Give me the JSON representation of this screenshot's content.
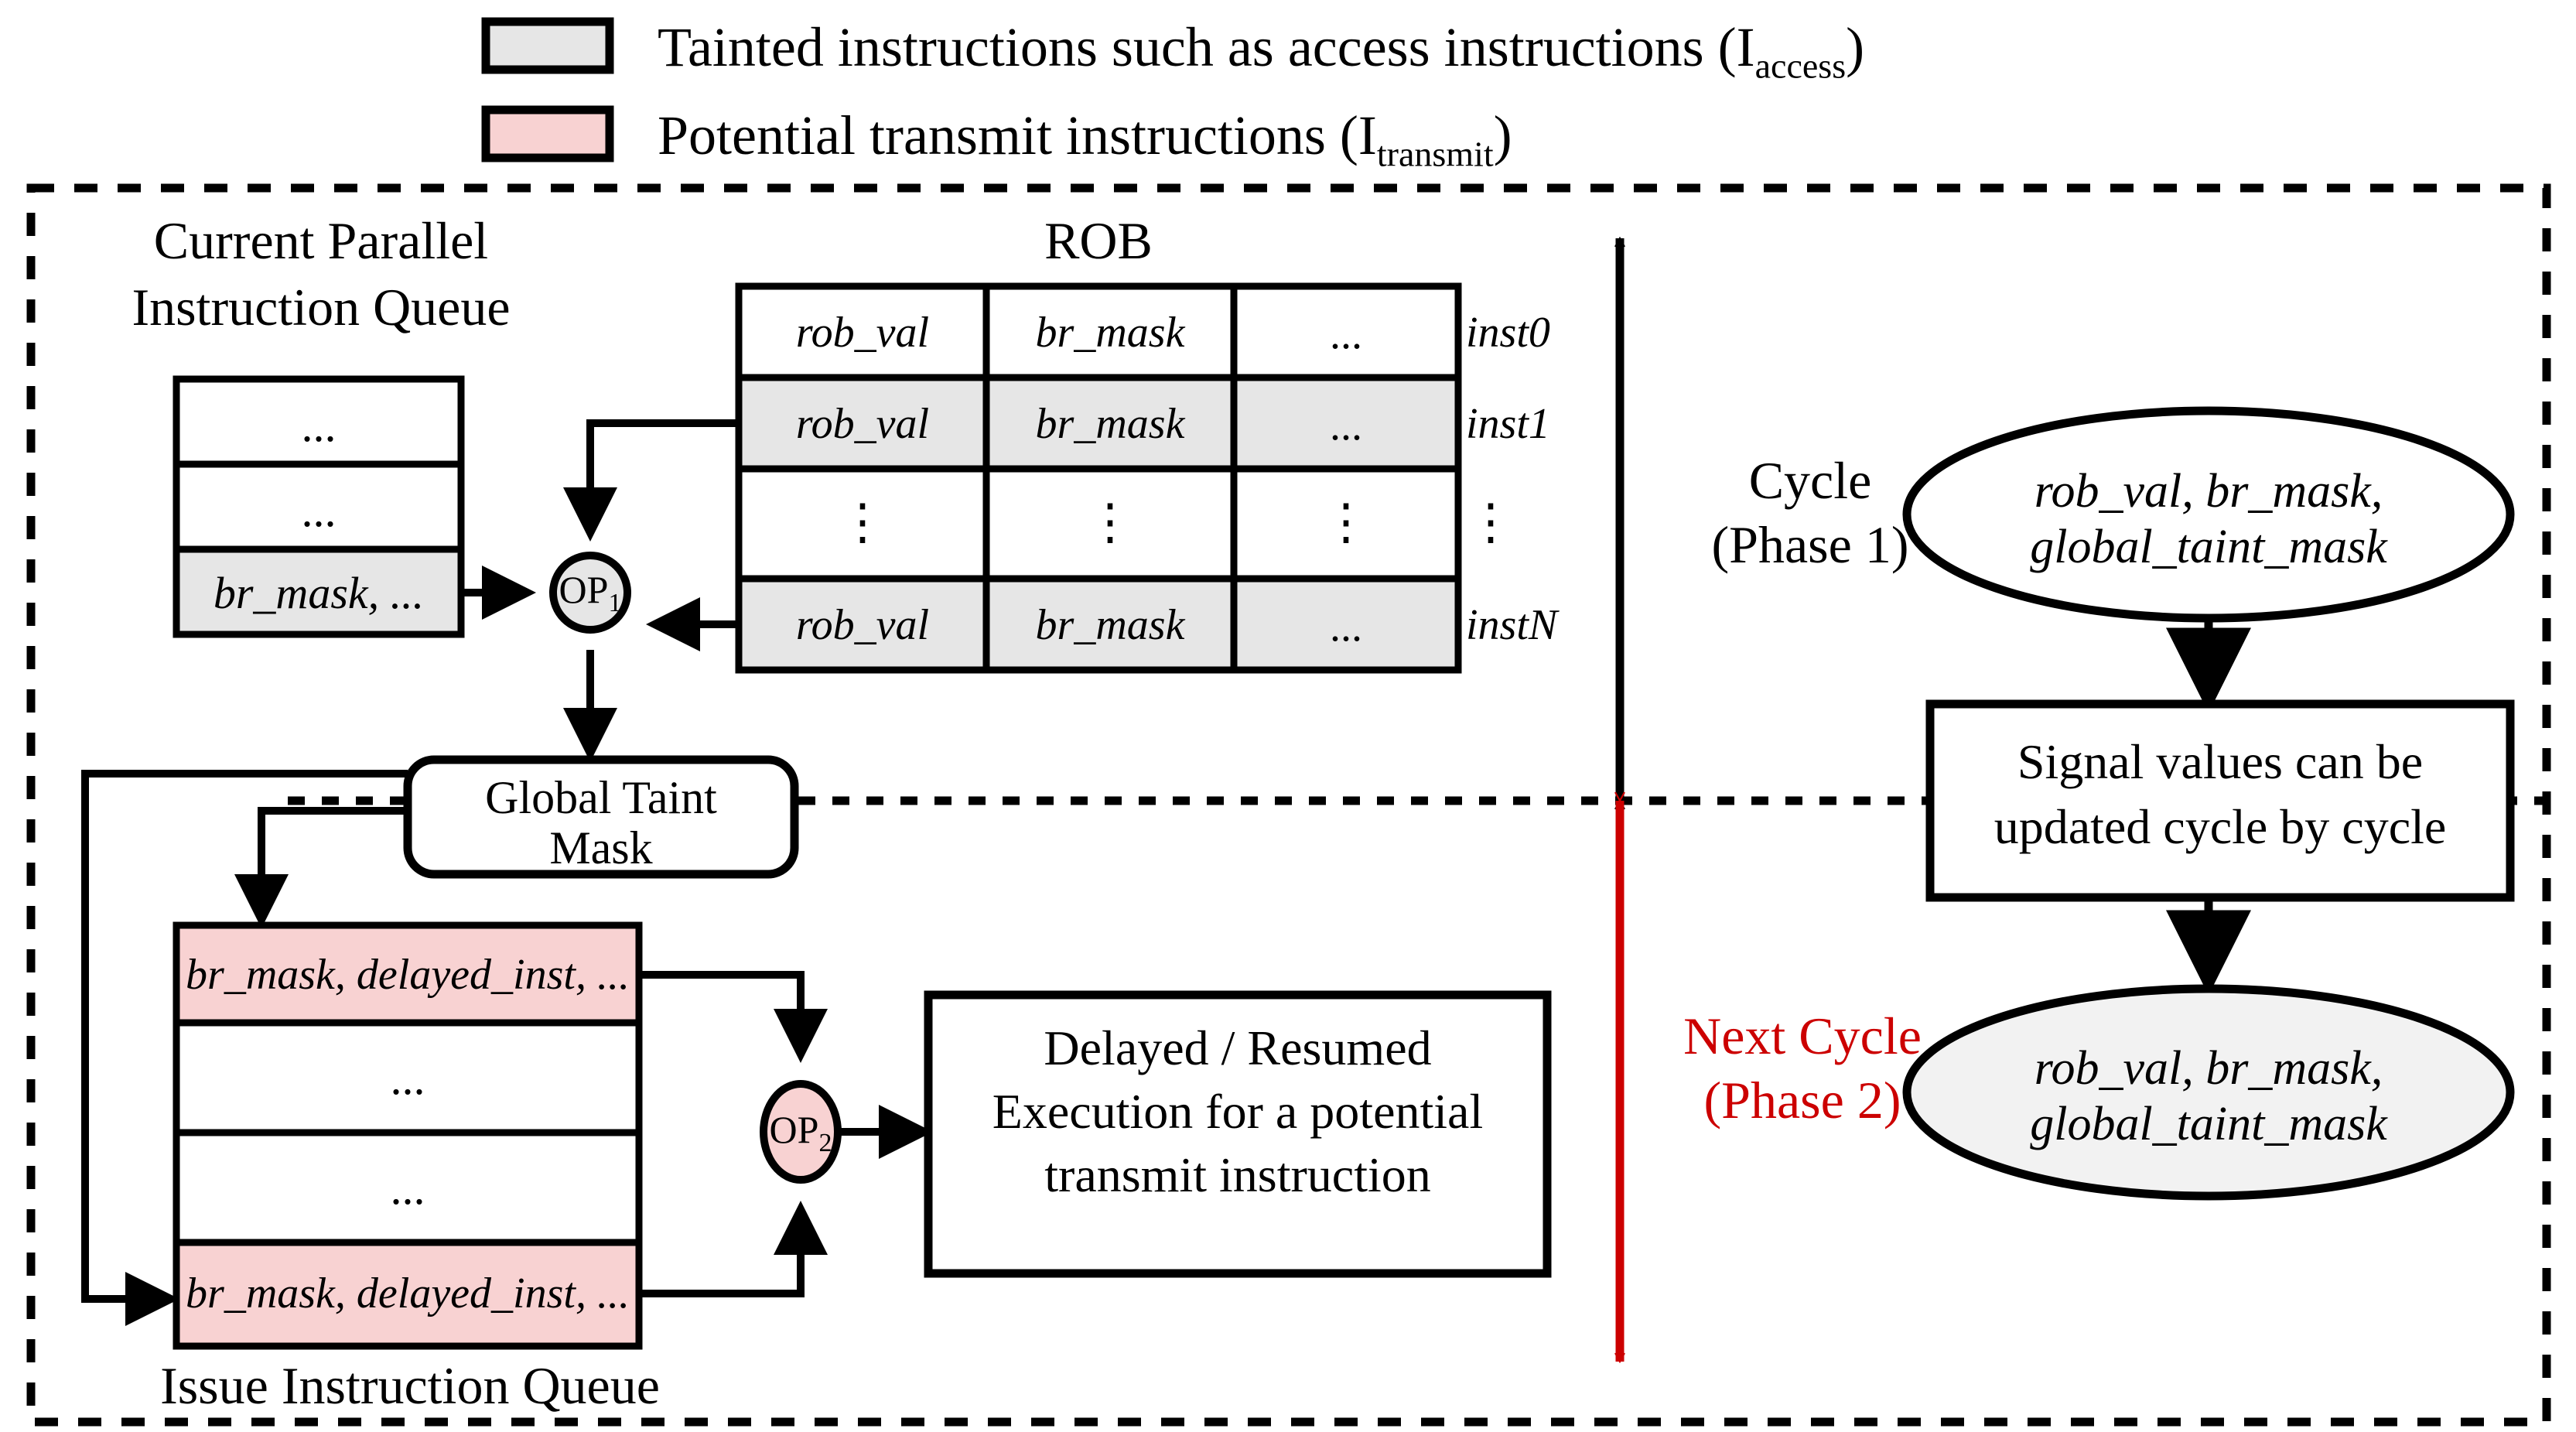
{
  "legend": {
    "items": [
      {
        "swatch_color": "#E6E6E6",
        "swatch_border": "#000000",
        "text_main": "Tainted instructions such as access instructions (I",
        "text_sub": "access",
        "text_tail": ")"
      },
      {
        "swatch_color": "#F8D2D2",
        "swatch_border": "#000000",
        "text_main": "Potential transmit instructions (I",
        "text_sub": "transmit",
        "text_tail": ")"
      }
    ]
  },
  "headings": {
    "current_queue_line1": "Current Parallel",
    "current_queue_line2": "Instruction Queue",
    "rob_title": "ROB",
    "issue_queue_caption": "Issue Instruction Queue"
  },
  "current_queue": {
    "rows": [
      {
        "text": "...",
        "fill": "#FFFFFF",
        "italic": false
      },
      {
        "text": "...",
        "fill": "#FFFFFF",
        "italic": false
      },
      {
        "text": "br_mask, ...",
        "fill": "#E6E6E6",
        "italic": true
      }
    ]
  },
  "rob": {
    "columns": [
      "rob_val",
      "br_mask",
      "..."
    ],
    "rows": [
      {
        "cells": [
          "rob_val",
          "br_mask",
          "..."
        ],
        "label": "inst0",
        "fill": "#FFFFFF"
      },
      {
        "cells": [
          "rob_val",
          "br_mask",
          "..."
        ],
        "label": "inst1",
        "fill": "#E6E6E6"
      },
      {
        "cells": [
          "⋮",
          "⋮",
          "⋮"
        ],
        "label": "⋮",
        "fill": "#FFFFFF"
      },
      {
        "cells": [
          "rob_val",
          "br_mask",
          "..."
        ],
        "label": "instN",
        "fill": "#E6E6E6"
      }
    ]
  },
  "operators": {
    "op1": {
      "label": "OP",
      "subscript": "1",
      "fill": "#E6E6E6"
    },
    "op2": {
      "label": "OP",
      "subscript": "2",
      "fill": "#F8D2D2"
    }
  },
  "global_taint_mask": {
    "line1": "Global Taint",
    "line2": "Mask"
  },
  "issue_queue": {
    "rows": [
      {
        "text": "br_mask, delayed_inst, ...",
        "fill": "#F8D2D2",
        "italic": true
      },
      {
        "text": "...",
        "fill": "#FFFFFF",
        "italic": false
      },
      {
        "text": "...",
        "fill": "#FFFFFF",
        "italic": false
      },
      {
        "text": "br_mask, delayed_inst, ...",
        "fill": "#F8D2D2",
        "italic": true
      }
    ]
  },
  "execution_box": {
    "line1": "Delayed / Resumed",
    "line2": "Execution for a potential",
    "line3": "transmit instruction"
  },
  "timeline": {
    "phase1": {
      "line1": "Cycle",
      "line2": "(Phase 1)",
      "color": "#000000"
    },
    "phase2": {
      "line1": "Next Cycle",
      "line2": "(Phase 2)",
      "color": "#CC0000"
    }
  },
  "signal_flow": {
    "top_ellipse": {
      "line1": "rob_val, br_mask,",
      "line2": "global_taint_mask",
      "fill": "#FFFFFF"
    },
    "middle_box": {
      "line1": "Signal values can be",
      "line2": "updated cycle by cycle"
    },
    "bottom_ellipse": {
      "line1": "rob_val, br_mask,",
      "line2": "global_taint_mask",
      "fill": "#F2F2F2"
    }
  },
  "colors": {
    "tainted": "#E6E6E6",
    "transmit": "#F8D2D2",
    "accent_red": "#CC0000",
    "stroke": "#000000",
    "background": "#FFFFFF"
  }
}
